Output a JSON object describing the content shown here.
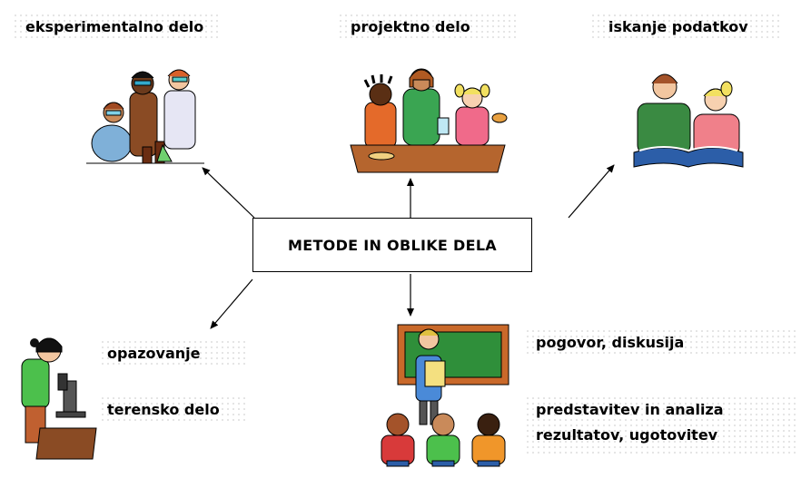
{
  "center": {
    "title": "METODE IN OBLIKE DELA"
  },
  "nodes": {
    "experimental": "eksperimentalno delo",
    "project": "projektno delo",
    "search": "iskanje podatkov",
    "observation": "opazovanje",
    "field": "terensko delo",
    "conversation": "pogovor, diskusija",
    "presentation_line1": "predstavitev in analiza",
    "presentation_line2": "rezultatov, ugotovitev"
  },
  "colors": {
    "stroke": "#000000",
    "box_border": "#000000",
    "table": "#b5652e",
    "board": "#2f8f3a",
    "board_frame": "#c9692a"
  },
  "icons": [
    "scientists-clipart",
    "students-table-clipart",
    "reading-book-clipart",
    "microscope-girl-clipart",
    "presentation-classroom-clipart"
  ]
}
